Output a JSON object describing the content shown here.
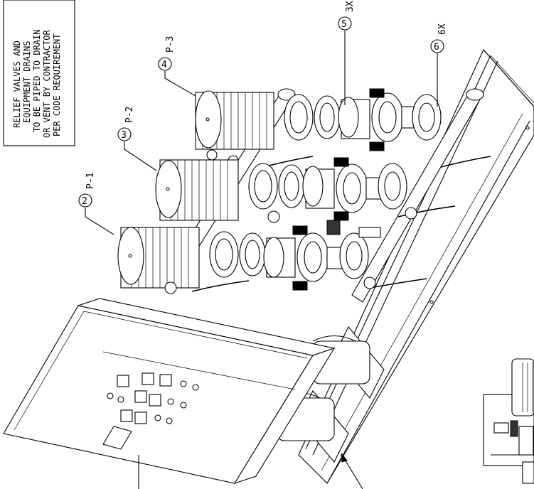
{
  "note": {
    "lines": [
      "RELIEF VALVES AND",
      "EQUIPMENT DRAINS",
      "TO BE PIPED TO DRAIN",
      "OR VENT BY CONTRACTOR",
      "PER CODE REQUIREMENT"
    ]
  },
  "callouts": [
    {
      "number": "2",
      "label": "P-1"
    },
    {
      "number": "3",
      "label": "P-2"
    },
    {
      "number": "4",
      "label": "P-3"
    },
    {
      "number": "5",
      "label": "3X"
    },
    {
      "number": "6",
      "label": "6X"
    }
  ]
}
